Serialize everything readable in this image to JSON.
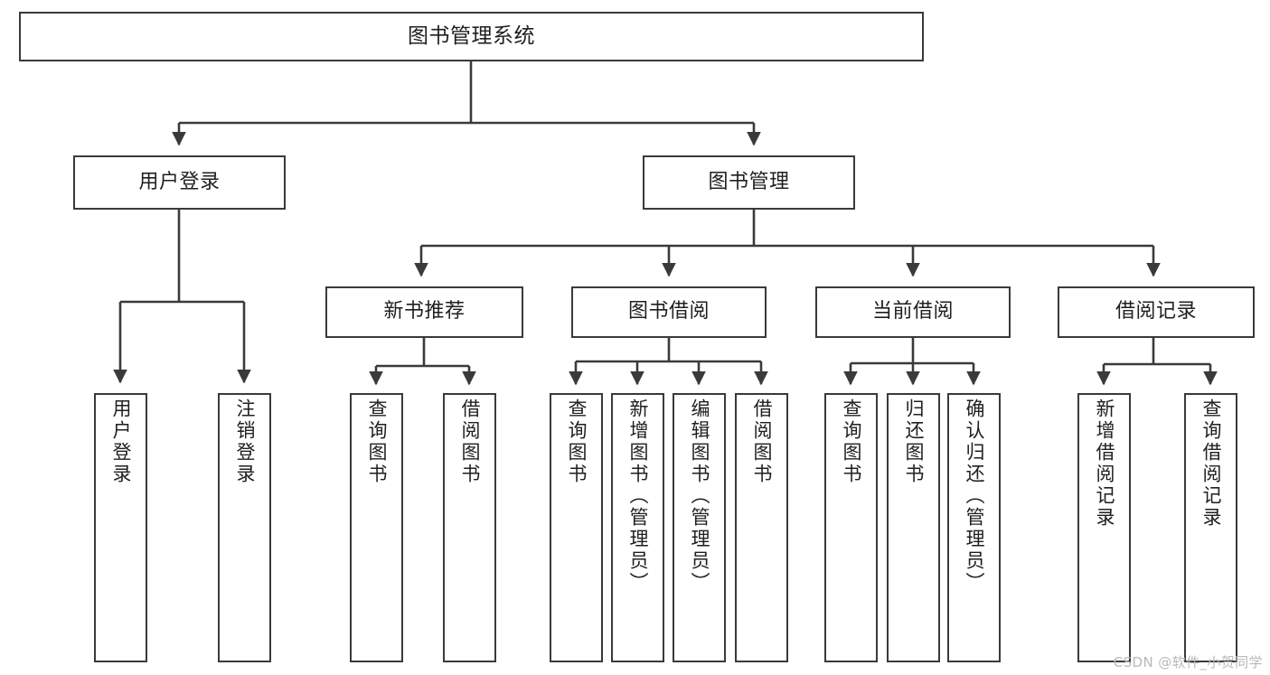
{
  "diagram": {
    "title": "图书管理系统",
    "watermark": "CSDN @软件_小贺同学",
    "colors": {
      "box_border": "#3a3a3a",
      "box_fill": "#ffffff",
      "edge": "#3a3a3a",
      "text": "#1f1f1f",
      "watermark": "#b9b9b9",
      "background": "#ffffff"
    },
    "root": {
      "label": "图书管理系统"
    },
    "level2": [
      {
        "label": "用户登录"
      },
      {
        "label": "图书管理"
      }
    ],
    "level3": [
      {
        "label": "新书推荐"
      },
      {
        "label": "图书借阅"
      },
      {
        "label": "当前借阅"
      },
      {
        "label": "借阅记录"
      }
    ],
    "leaves": {
      "user_login": [
        {
          "label": "用户登录"
        },
        {
          "label": "注销登录"
        }
      ],
      "new_book": [
        {
          "label": "查询图书"
        },
        {
          "label": "借阅图书"
        }
      ],
      "book_borrow": [
        {
          "label": "查询图书"
        },
        {
          "label": "新增图书（管理员）"
        },
        {
          "label": "编辑图书（管理员）"
        },
        {
          "label": "借阅图书"
        }
      ],
      "current_borrow": [
        {
          "label": "查询图书"
        },
        {
          "label": "归还图书"
        },
        {
          "label": "确认归还（管理员）"
        }
      ],
      "borrow_record": [
        {
          "label": "新增借阅记录"
        },
        {
          "label": "查询借阅记录"
        }
      ]
    }
  }
}
